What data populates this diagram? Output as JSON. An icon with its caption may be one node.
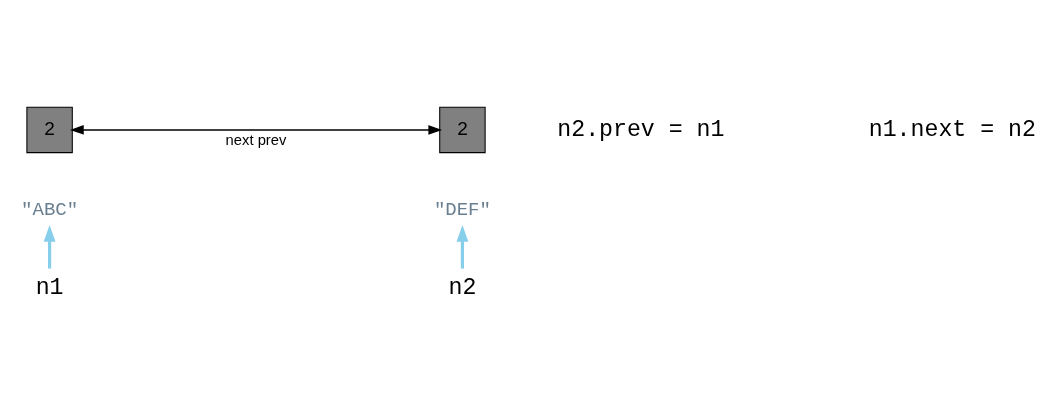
{
  "diagram": {
    "nodes": [
      {
        "text": [
          "2"
        ]
      },
      {
        "text": [
          "2"
        ]
      },
      {
        "text": [
          "\"ABC\""
        ]
      },
      {
        "text": [
          "\"DEF\""
        ]
      },
      {
        "text": [
          "n1"
        ]
      },
      {
        "text": [
          "n2"
        ]
      }
    ],
    "edges": [
      {
        "from": 0,
        "to": 1,
        "arrow": "both",
        "label": "next prev",
        "color": "#000000"
      },
      {
        "from": 4,
        "to": 2,
        "arrow": "to",
        "color": "#87ceeb"
      },
      {
        "from": 5,
        "to": 3,
        "arrow": "to",
        "color": "#87ceeb"
      }
    ],
    "labels": [
      "n1.next = n2",
      "n2.prev = n1"
    ]
  }
}
